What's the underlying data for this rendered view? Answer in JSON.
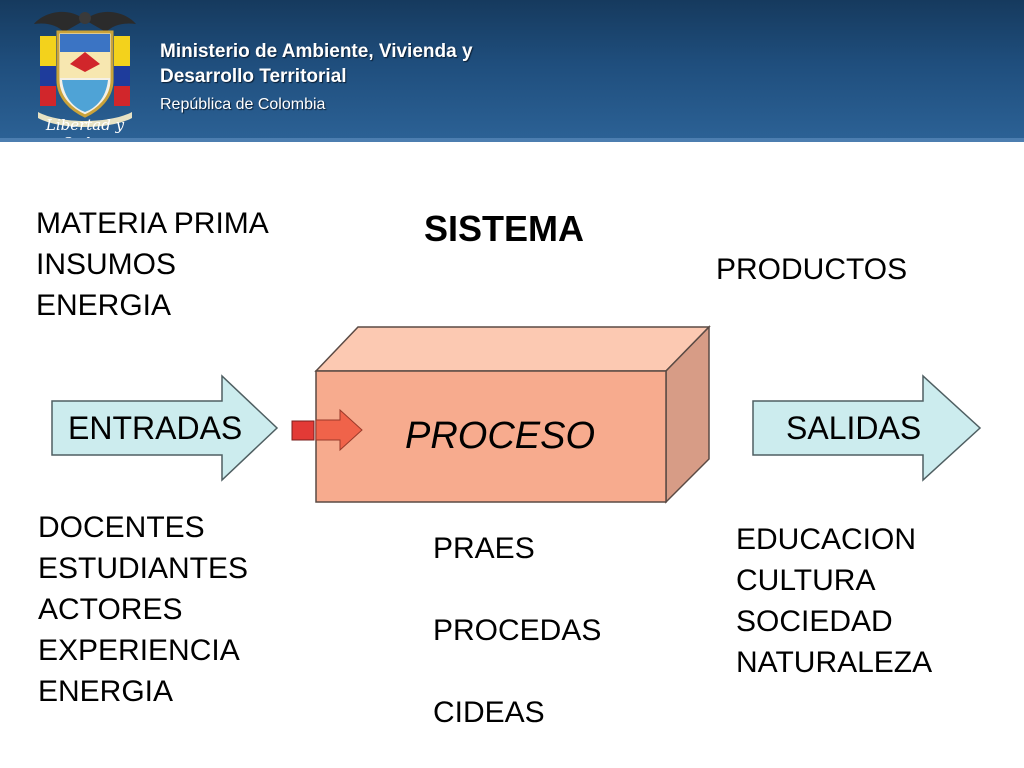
{
  "header": {
    "ministry_line1": "Ministerio de Ambiente, Vivienda y",
    "ministry_line2": "Desarrollo Territorial",
    "country": "República de Colombia",
    "motto": "Libertad y Orden"
  },
  "diagram": {
    "title": "SISTEMA",
    "inputs_resources": [
      "MATERIA PRIMA",
      "INSUMOS",
      "ENERGIA"
    ],
    "outputs_header": "PRODUCTOS",
    "entradas_label": "ENTRADAS",
    "proceso_label": "PROCESO",
    "salidas_label": "SALIDAS",
    "entradas_items": [
      "DOCENTES",
      "ESTUDIANTES",
      "ACTORES",
      "EXPERIENCIA",
      "ENERGIA"
    ],
    "proceso_items": [
      "PRAES",
      "PROCEDAS",
      "CIDEAS"
    ],
    "salidas_items": [
      "EDUCACION",
      "CULTURA",
      "SOCIEDAD",
      "NATURALEZA"
    ]
  },
  "colors": {
    "header_bg": "#1f4e7d",
    "arrow_fill": "#ccecee",
    "box_front": "#f7ab8e",
    "box_top": "#fcc9b2",
    "box_side": "#d79c86",
    "small_arrow": "#ea3a36"
  },
  "icons": [
    "colombia-coat-of-arms-icon"
  ]
}
